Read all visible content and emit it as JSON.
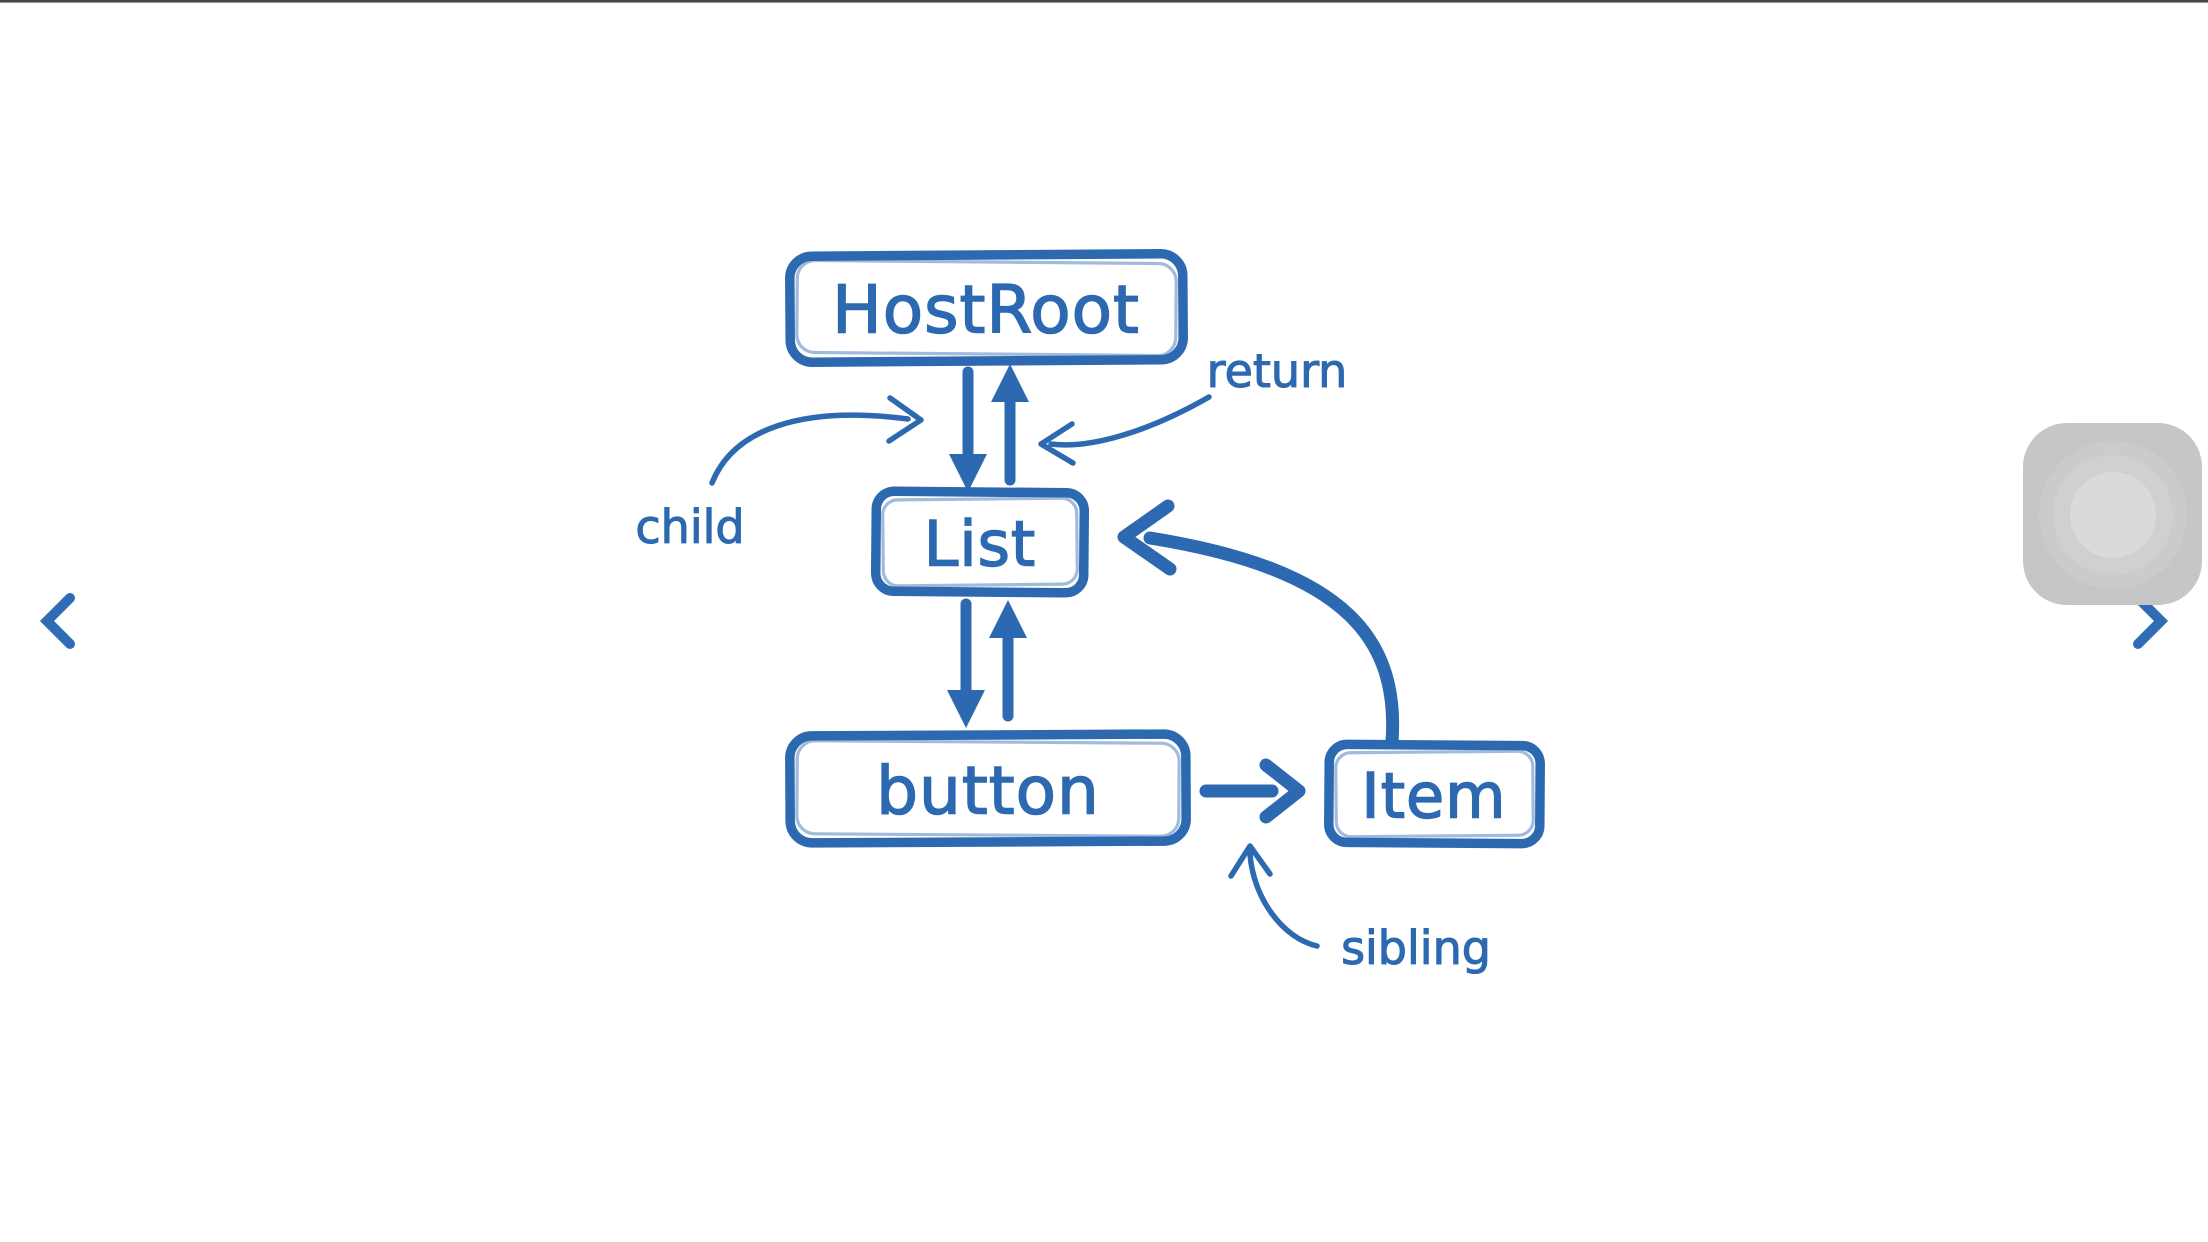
{
  "window": {
    "top_bar_color": "#47474a",
    "background": "#ffffff"
  },
  "colors": {
    "ink": "#2c69b0",
    "chevron": "#2e6db6",
    "top_bar": "#47474a",
    "top_bar_line": "#97979a",
    "bubble_base": "#c5c6c8",
    "bubble_ring_outer": "#c9cbcd",
    "bubble_ring": "#cfd0d2",
    "bubble_core": "#d9dadc"
  },
  "nav": {
    "prev_icon": "chevron-left",
    "next_icon": "chevron-right"
  },
  "camera_bubble": {
    "kind": "recording-camera-placeholder"
  },
  "diagram": {
    "style": "hand-drawn fiber tree sketch",
    "nodes": [
      {
        "id": "hostroot",
        "label": "HostRoot"
      },
      {
        "id": "list",
        "label": "List"
      },
      {
        "id": "button",
        "label": "button"
      },
      {
        "id": "item",
        "label": "Item"
      }
    ],
    "annotations": [
      {
        "id": "child",
        "text": "child",
        "points_to": "HostRoot-to-List downward arrow"
      },
      {
        "id": "return",
        "text": "return",
        "points_to": "List-to-HostRoot upward arrow"
      },
      {
        "id": "sibling",
        "text": "sibling",
        "points_to": "button-to-Item arrow"
      }
    ],
    "edges": [
      {
        "from": "HostRoot",
        "to": "List",
        "relation": "child",
        "shape": "vertical-arrow-down"
      },
      {
        "from": "List",
        "to": "HostRoot",
        "relation": "return",
        "shape": "vertical-arrow-up"
      },
      {
        "from": "List",
        "to": "button",
        "relation": "child",
        "shape": "vertical-arrow-down"
      },
      {
        "from": "button",
        "to": "List",
        "relation": "return",
        "shape": "vertical-arrow-up"
      },
      {
        "from": "button",
        "to": "Item",
        "relation": "sibling",
        "shape": "horizontal-arrow-right"
      },
      {
        "from": "Item",
        "to": "List",
        "relation": "return",
        "shape": "curved-arrow-up-left"
      }
    ]
  }
}
